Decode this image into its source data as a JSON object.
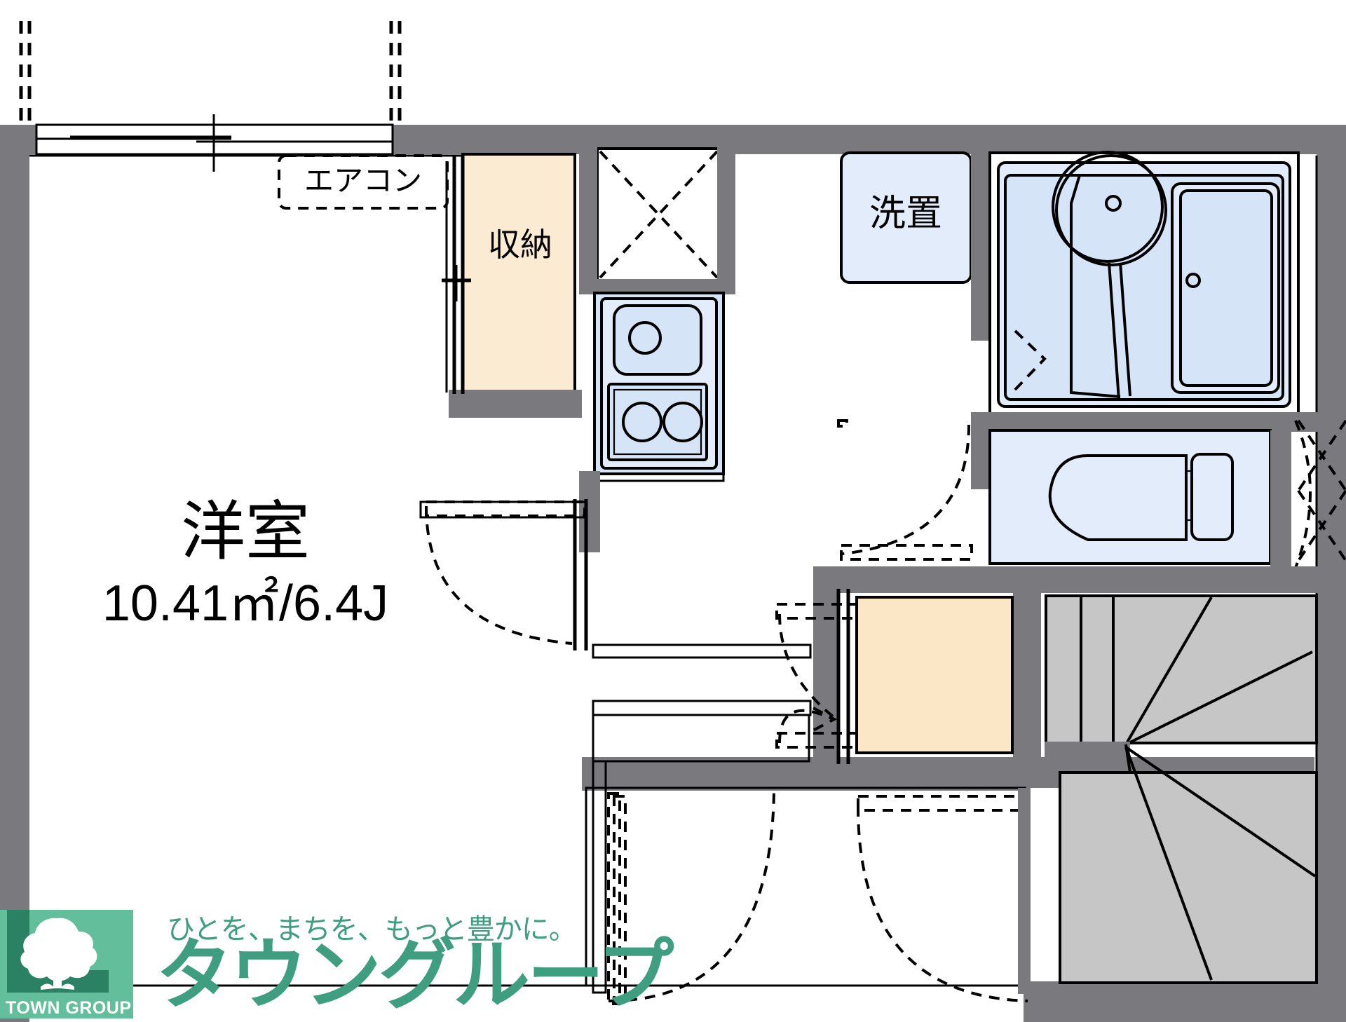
{
  "document": {
    "type": "floor-plan",
    "orientation": "landscape"
  },
  "rooms": [
    {
      "id": "western-room",
      "label": "洋室",
      "area_label": "10.41㎡/6.4J",
      "area_sqm": 10.41,
      "area_jo": 6.4
    }
  ],
  "labels": {
    "room_name": "洋室",
    "room_area": "10.41㎡/6.4J",
    "air_conditioner": "エアコン",
    "closet": "収納",
    "washer_place": "洗置"
  },
  "fixtures": [
    {
      "name": "air-conditioner",
      "label": "エアコン",
      "style": "dashed-box"
    },
    {
      "name": "closet",
      "label": "収納",
      "style": "cream-fill"
    },
    {
      "name": "washer-placement",
      "label": "洗置",
      "style": "blue-fill"
    },
    {
      "name": "kitchen-sink",
      "label": "",
      "style": "blue-fill"
    },
    {
      "name": "gas-stove-two-burner",
      "label": "",
      "style": "blue-fill"
    },
    {
      "name": "overhead-cabinet",
      "label": "",
      "style": "x-crossed"
    },
    {
      "name": "unit-bath",
      "label": "",
      "style": "blue-fill"
    },
    {
      "name": "bathtub",
      "label": "",
      "style": "blue-fill"
    },
    {
      "name": "washbasin",
      "label": "",
      "style": "blue-fill"
    },
    {
      "name": "toilet",
      "label": "",
      "style": "blue-fill"
    },
    {
      "name": "entrance-genkan",
      "label": "",
      "style": "cream-fill"
    },
    {
      "name": "staircase",
      "label": "",
      "style": "gray-fill"
    },
    {
      "name": "balcony-window",
      "label": "",
      "style": "sliding"
    }
  ],
  "colors": {
    "wall": "#7a7a7e",
    "wall_outline": "#000000",
    "fixture_blue": "#d6e4f7",
    "fixture_blue_alt": "#e3ecfb",
    "closet_cream": "#fcebd3",
    "genkan_cream": "#fbe7c6",
    "stair_gray": "#c6c6c6",
    "logo_green": "#63bf9b",
    "logo_green_dark": "#2b8163",
    "logo_text_green": "#3f9e80",
    "background": "#ffffff"
  },
  "logo": {
    "brand_en": "TOWN GROUP",
    "brand_jp": "タウングループ",
    "tagline": "ひとを、まちを、もっと豊かに。"
  }
}
